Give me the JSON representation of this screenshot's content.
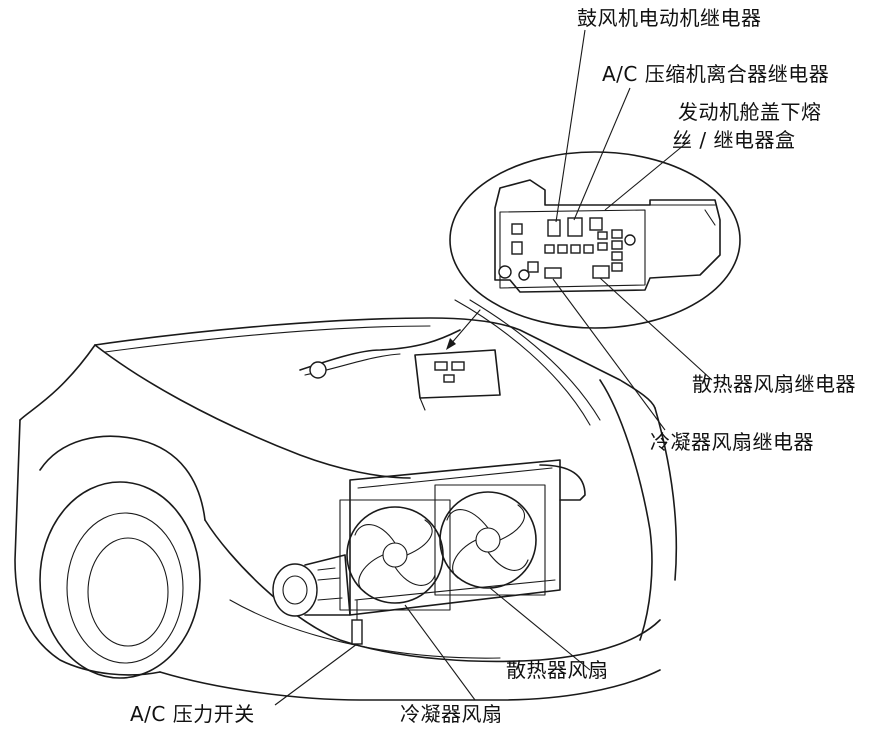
{
  "labels": {
    "blower_relay": "鼓风机电动机继电器",
    "ac_clutch_relay": "A/C 压缩机离合器继电器",
    "fuse_box_line1": "发动机舱盖下熔",
    "fuse_box_line2": "丝 / 继电器盒",
    "radiator_fan_relay": "散热器风扇继电器",
    "condenser_fan_relay": "冷凝器风扇继电器",
    "radiator_fan": "散热器风扇",
    "ac_pressure_switch": "A/C 压力开关",
    "condenser_fan": "冷凝器风扇"
  },
  "colors": {
    "line": "#1a1a1a",
    "background": "#ffffff"
  }
}
